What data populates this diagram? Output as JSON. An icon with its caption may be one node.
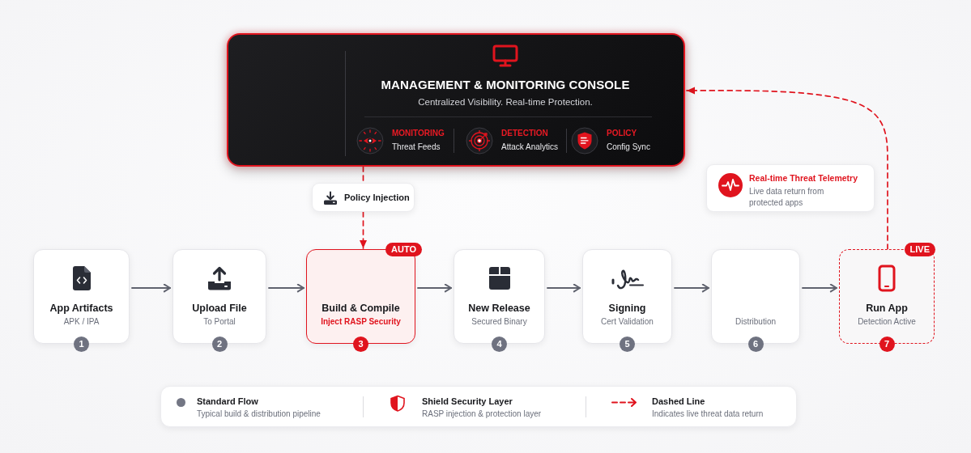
{
  "diagram": {
    "nodes": [
      {
        "text": [
          "MANAGEMENT & MONITORING CONSOLE",
          "Centralized Visibility. Real-time Protection."
        ]
      },
      {
        "text": [
          "Policy Injection"
        ]
      },
      {
        "text": [
          "Real-time Threat Telemetry",
          "Live data return from protected apps"
        ]
      },
      {
        "text": [
          "App Artifacts",
          "APK / IPA"
        ],
        "beside": [
          "1"
        ]
      },
      {
        "text": [
          "Upload File",
          "To Portal"
        ],
        "beside": [
          "2"
        ]
      },
      {
        "text": [
          "Build & Compile",
          "Inject RASP Security"
        ],
        "beside": [
          "AUTO",
          "3"
        ]
      },
      {
        "text": [
          "New Release",
          "Secured Binary"
        ],
        "beside": [
          "4"
        ]
      },
      {
        "text": [
          "Signing",
          "Cert Validation"
        ],
        "beside": [
          "5"
        ]
      },
      {
        "text": [
          "Distribution"
        ],
        "beside": [
          "6"
        ]
      },
      {
        "text": [
          "Run App",
          "Detection Active"
        ],
        "beside": [
          "LIVE",
          "7"
        ]
      }
    ],
    "edges": [
      {
        "from": 0,
        "to": 1,
        "arrow": "none",
        "style": "dashed",
        "color": "#e0141e"
      },
      {
        "from": 1,
        "to": 5,
        "arrow": "to",
        "style": "dashed",
        "color": "#e0141e"
      },
      {
        "from": 3,
        "to": 4,
        "arrow": "to"
      },
      {
        "from": 4,
        "to": 5,
        "arrow": "to"
      },
      {
        "from": 5,
        "to": 6,
        "arrow": "to"
      },
      {
        "from": 6,
        "to": 7,
        "arrow": "to"
      },
      {
        "from": 7,
        "to": 8,
        "arrow": "to"
      },
      {
        "from": 8,
        "to": 9,
        "arrow": "to"
      },
      {
        "from": 9,
        "to": 0,
        "arrow": "to",
        "style": "dashed",
        "color": "#e0141e"
      }
    ],
    "labels": [
      "MONITORING",
      "Threat Feeds",
      "DETECTION",
      "Attack Analytics",
      "POLICY",
      "Config Sync",
      "Typical build & distribution pipeline",
      "RASP injection & protection layer",
      "Indicates live threat data return"
    ],
    "legend": [
      {
        "text": "Standard Flow",
        "color": "#737684"
      },
      {
        "text": "Shield Security Layer"
      },
      {
        "text": "Dashed Line"
      }
    ]
  }
}
